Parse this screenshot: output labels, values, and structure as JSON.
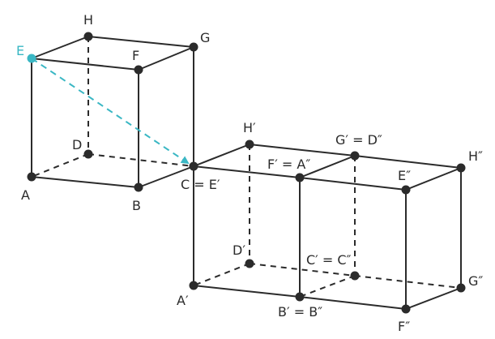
{
  "labels": {
    "E": "E",
    "H": "H",
    "G": "G",
    "F": "F",
    "D": "D",
    "A": "A",
    "B": "B",
    "CE": "C = E′",
    "H1": "H′",
    "G1D2": "G′ = D″",
    "F1A2": "F′ = A″",
    "H2": "H″",
    "E2": "E″",
    "D1": "D′",
    "C1C2": "C′ = C″",
    "G2": "G″",
    "A1": "A′",
    "B1B2": "B′ = B″",
    "F2": "F″"
  },
  "colors": {
    "line": "#2b2b2b",
    "accent": "#3ab7c4"
  }
}
